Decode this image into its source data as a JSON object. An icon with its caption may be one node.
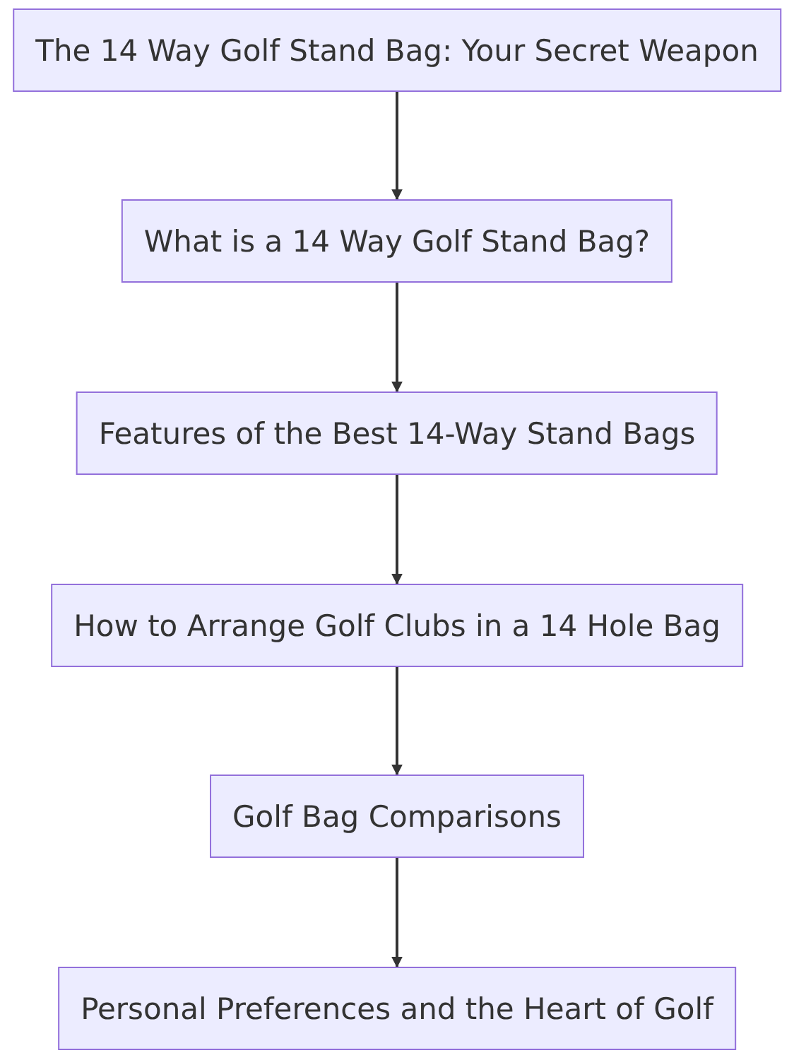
{
  "diagram": {
    "nodes": [
      {
        "text": [
          "The 14 Way Golf Stand Bag: Your Secret Weapon"
        ]
      },
      {
        "text": [
          "What is a 14 Way Golf Stand Bag?"
        ]
      },
      {
        "text": [
          "Features of the Best 14-Way Stand Bags"
        ]
      },
      {
        "text": [
          "How to Arrange Golf Clubs in a 14 Hole Bag"
        ]
      },
      {
        "text": [
          "Golf Bag Comparisons"
        ]
      },
      {
        "text": [
          "Personal Preferences and the Heart of Golf"
        ]
      }
    ],
    "edges": [
      {
        "from": 0,
        "to": 1,
        "arrow": "to"
      },
      {
        "from": 1,
        "to": 2,
        "arrow": "to"
      },
      {
        "from": 2,
        "to": 3,
        "arrow": "to"
      },
      {
        "from": 3,
        "to": 4,
        "arrow": "to"
      },
      {
        "from": 4,
        "to": 5,
        "arrow": "to"
      }
    ]
  }
}
